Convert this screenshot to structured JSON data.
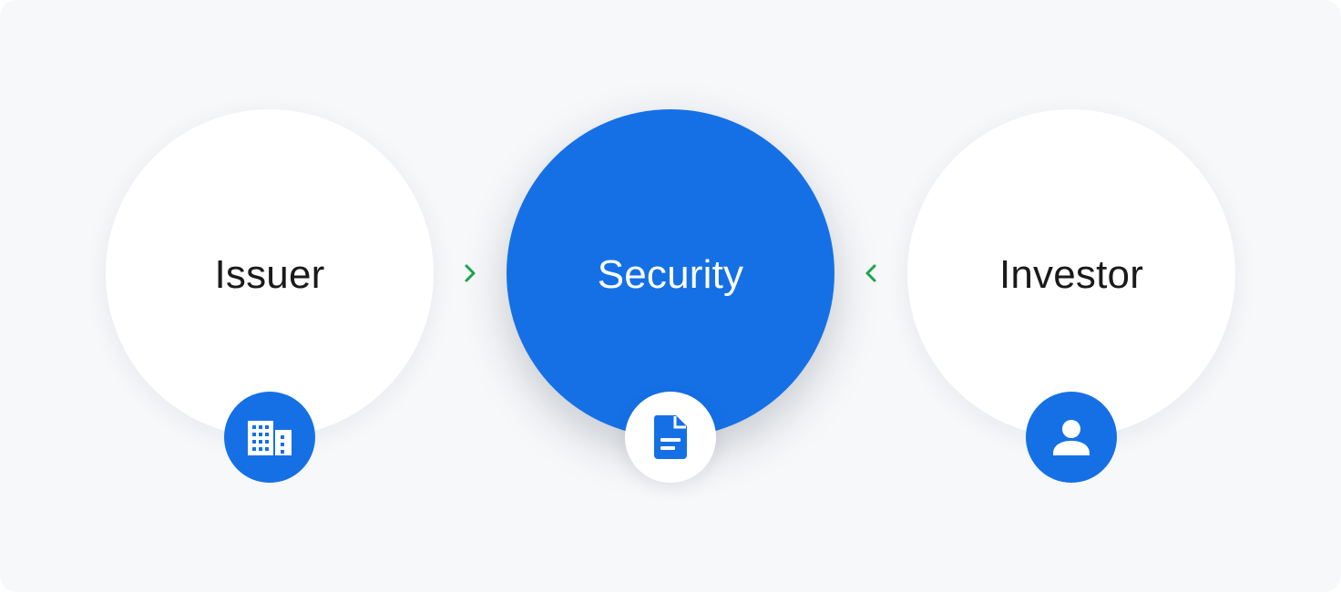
{
  "diagram": {
    "nodes": [
      {
        "id": "issuer",
        "label": "Issuer",
        "style": "light",
        "icon": "building-icon"
      },
      {
        "id": "security",
        "label": "Security",
        "style": "accent",
        "icon": "document-icon"
      },
      {
        "id": "investor",
        "label": "Investor",
        "style": "light",
        "icon": "person-icon"
      }
    ],
    "connectors": [
      {
        "from": "issuer",
        "to": "security",
        "icon": "chevron-right-icon"
      },
      {
        "from": "investor",
        "to": "security",
        "icon": "chevron-left-icon"
      }
    ]
  },
  "colors": {
    "background": "#f7f8fa",
    "accent": "#1570e6",
    "node_light": "#ffffff",
    "text_dark": "#1a1a1a",
    "text_light": "#ffffff",
    "arrow": "#19a64a"
  }
}
